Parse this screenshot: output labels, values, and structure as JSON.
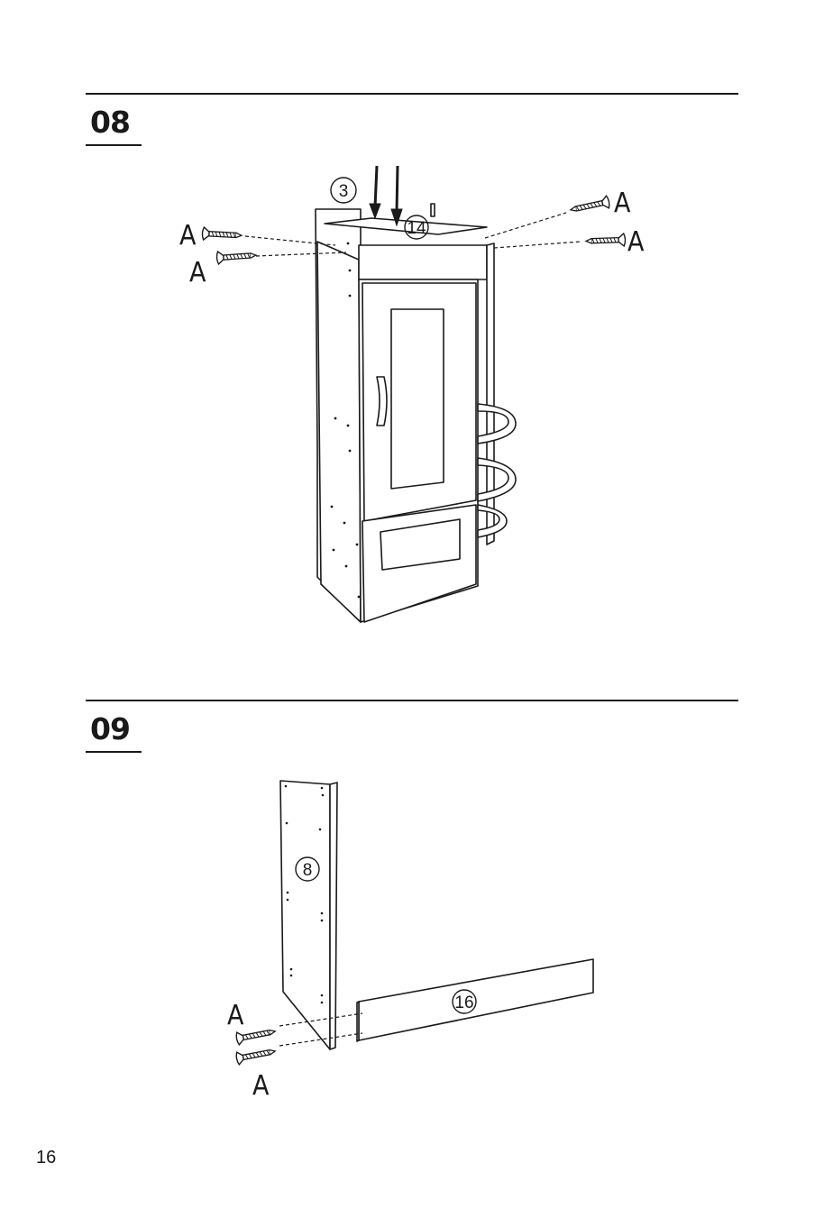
{
  "steps": [
    {
      "number": "08",
      "part_labels": [
        "3",
        "14"
      ],
      "fastener_label": "A"
    },
    {
      "number": "09",
      "part_labels": [
        "8",
        "16"
      ],
      "fastener_label": "A"
    }
  ],
  "page_number": "16",
  "icons": [
    "screw-icon",
    "push-arrow-icon",
    "cabinet-illustration",
    "side-panel-illustration",
    "plinth-board-illustration"
  ]
}
